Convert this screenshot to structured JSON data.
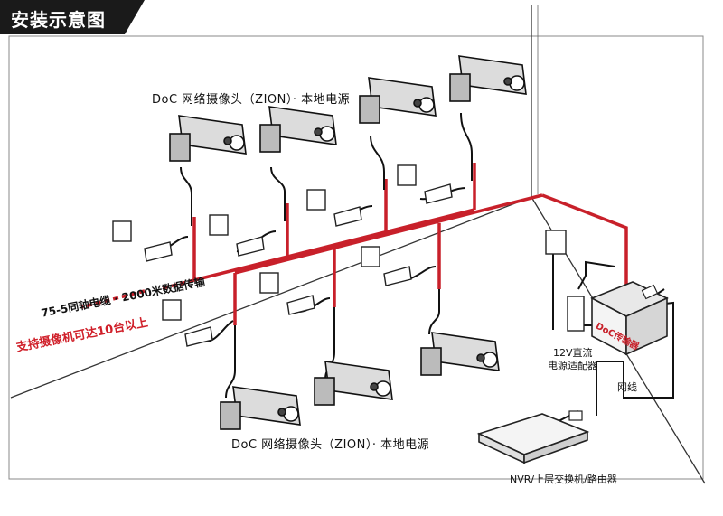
{
  "title": "安装示意图",
  "labels": {
    "camera_top": "DoC 网络摄像头（ZION）· 本地电源",
    "camera_bottom": "DoC 网络摄像头（ZION）· 本地电源",
    "coax": "75-5同轴电缆 · 2000米数据传输",
    "support": "支持摄像机可达10台以上",
    "adapter_line1": "12V直流",
    "adapter_line2": "电源适配器",
    "device_brand": "DoC传输器",
    "network_cable": "网线",
    "nvr": "NVR/上层交换机/路由器"
  },
  "colors": {
    "cable_red": "#c8202a",
    "title_bg": "#1a1a1a",
    "wall_line": "#333333",
    "device_face": "#f4f4f4"
  }
}
